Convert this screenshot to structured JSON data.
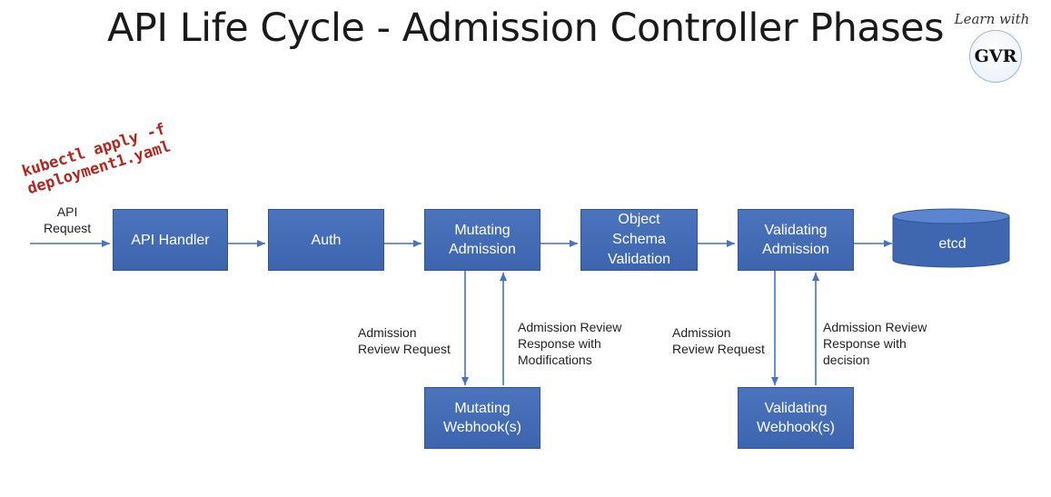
{
  "title": "API Life Cycle - Admission Controller Phases",
  "brand": {
    "tagline": "Learn with",
    "logo_text": "GVR"
  },
  "command": {
    "line1": "kubectl apply -f",
    "line2": "deployment1.yaml"
  },
  "input_label": "API\nRequest",
  "stages": {
    "api_handler": "API Handler",
    "auth": "Auth",
    "mutating_admission": "Mutating\nAdmission",
    "schema_validation": "Object\nSchema\nValidation",
    "validating_admission": "Validating\nAdmission",
    "etcd": "etcd"
  },
  "webhooks": {
    "mutating": "Mutating\nWebhook(s)",
    "validating": "Validating\nWebhook(s)"
  },
  "arrow_labels": {
    "mutating_request": "Admission\nReview Request",
    "mutating_response": "Admission Review\nResponse with\nModifications",
    "validating_request": "Admission\nReview Request",
    "validating_response": "Admission Review\nResponse with\ndecision"
  },
  "colors": {
    "box": "#4472c4",
    "arrow": "#4472c4",
    "command": "#b3261e"
  }
}
